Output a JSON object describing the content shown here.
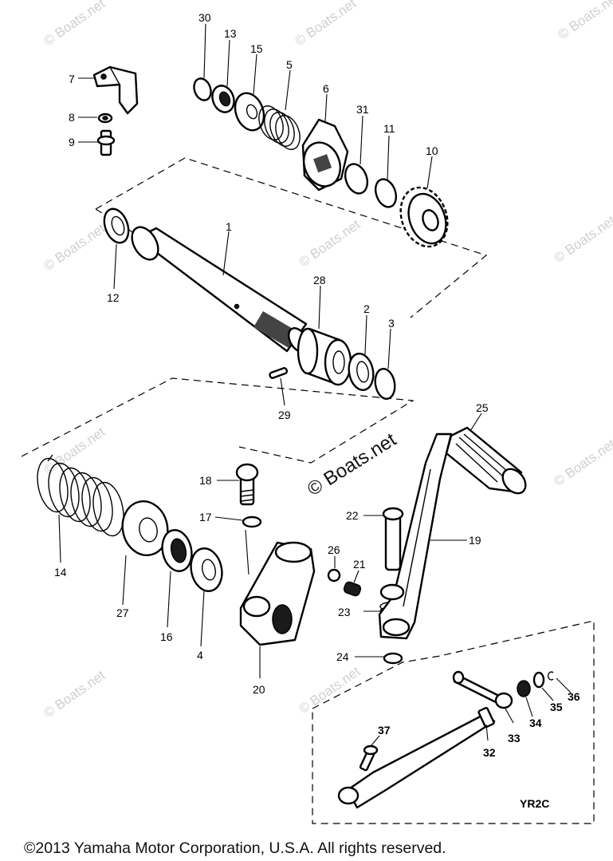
{
  "watermarks": {
    "repeat_text": "© Boats.net",
    "center_text": "© Boats.net"
  },
  "callouts": {
    "p1": "1",
    "p2": "2",
    "p3": "3",
    "p4": "4",
    "p5": "5",
    "p6": "6",
    "p7": "7",
    "p8": "8",
    "p9": "9",
    "p10": "10",
    "p11": "11",
    "p12": "12",
    "p13": "13",
    "p14": "14",
    "p15": "15",
    "p16": "16",
    "p17": "17",
    "p18": "18",
    "p19": "19",
    "p20": "20",
    "p21": "21",
    "p22": "22",
    "p23": "23",
    "p24": "24",
    "p25": "25",
    "p26": "26",
    "p27": "27",
    "p28": "28",
    "p29": "29",
    "p30": "30",
    "p31": "31",
    "p32": "32",
    "p33": "33",
    "p34": "34",
    "p35": "35",
    "p36": "36",
    "p37": "37"
  },
  "inset_label": "YR2C",
  "copyright": "©2013 Yamaha Motor Corporation, U.S.A. All rights reserved."
}
